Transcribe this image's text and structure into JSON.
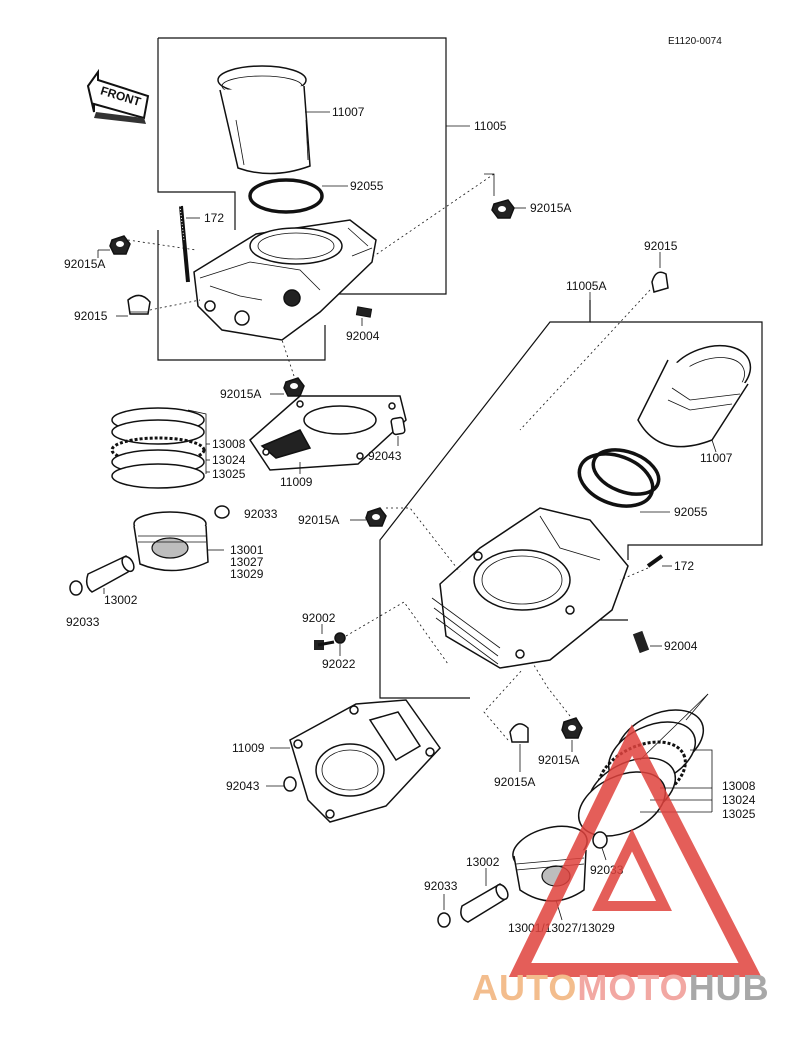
{
  "diagram": {
    "code": "E1120-0074",
    "front_label": "FRONT",
    "labels": {
      "p11007_a": "11007",
      "p11005": "11005",
      "p92055_a": "92055",
      "p172_a": "172",
      "p92015A_a": "92015A",
      "p92015A_b": "92015A",
      "p92015_a": "92015",
      "p92004_a": "92004",
      "p92015A_c": "92015A",
      "p13008_a": "13008",
      "p13024_a": "13024",
      "p13025_a": "13025",
      "p11009_a": "11009",
      "p92043_a": "92043",
      "p92033_a": "92033",
      "p13001_a": "13001",
      "p13027_a": "13027",
      "p13029_a": "13029",
      "p13002_a": "13002",
      "p92033_b": "92033",
      "p92015_b": "92015",
      "p11005A": "11005A",
      "p11007_b": "11007",
      "p92055_b": "92055",
      "p92015A_d": "92015A",
      "p172_b": "172",
      "p92002": "92002",
      "p92022": "92022",
      "p92004_b": "92004",
      "p11009_b": "11009",
      "p92043_b": "92043",
      "p92015A_e": "92015A",
      "p92015A_f": "92015A",
      "p13008_b": "13008",
      "p13024_b": "13024",
      "p13025_b": "13025",
      "p92033_c": "92033",
      "p13002_b": "13002",
      "p92033_d": "92033",
      "p13001_combo": "13001/13027/13029"
    }
  },
  "watermark": {
    "part1": "AUTO",
    "part2": "MOTO",
    "part3": "HUB",
    "colors": {
      "auto": "#f2b27a",
      "moto": "#f09a94",
      "hub": "#9a9a9a",
      "triangle": "#e0423d"
    }
  }
}
